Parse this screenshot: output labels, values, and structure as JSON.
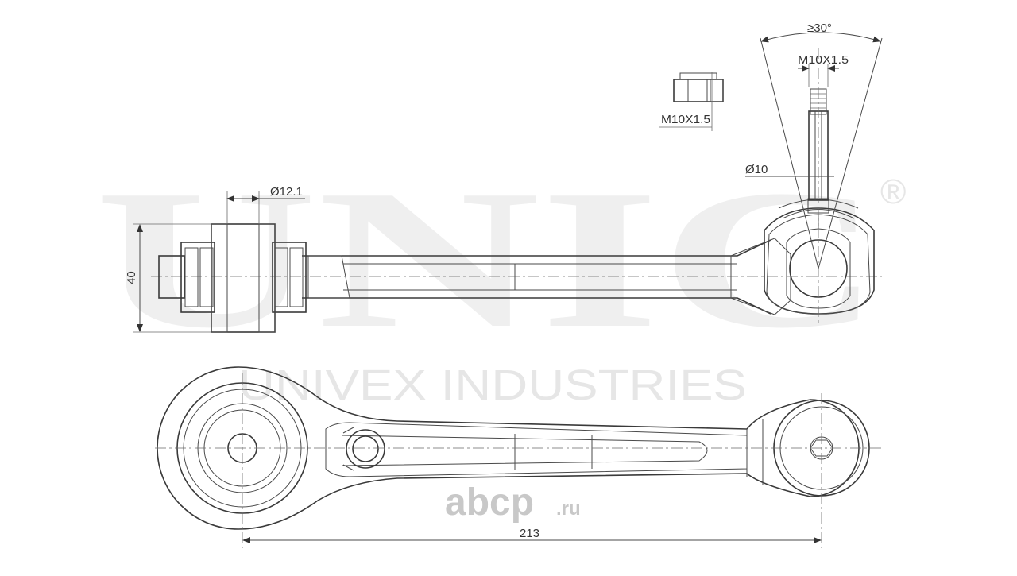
{
  "watermark": {
    "brand": "UNIC",
    "registered": "®",
    "tagline": "UNIVEX INDUSTRIES"
  },
  "logo": {
    "text": "abcp",
    "suffix": ".ru",
    "accent_color": "#c8c8c8"
  },
  "dimensions": {
    "angle": "≥30°",
    "thread_stud": "M10X1.5",
    "thread_nut": "M10X1.5",
    "stud_diameter": "Ø10",
    "bushing_bore": "Ø12.1",
    "bushing_width": "40",
    "overall_length": "213"
  },
  "colors": {
    "line": "#3a3a3a",
    "watermark": "#efefef",
    "background": "#ffffff"
  }
}
